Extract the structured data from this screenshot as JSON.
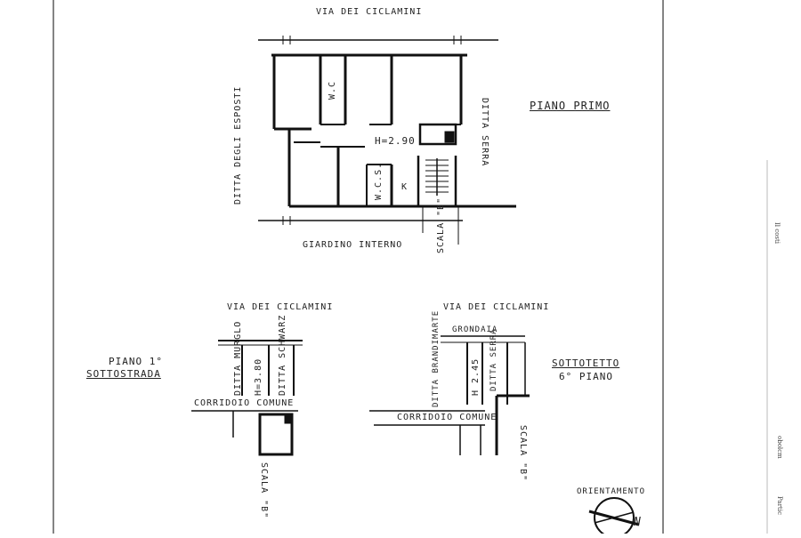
{
  "first_floor": {
    "street_top": "VIA DEI CICLAMINI",
    "neighbor_left": "DITTA DEGLI ESPOSTI",
    "neighbor_right": "DITTA SERRA",
    "title": "PIANO PRIMO",
    "height": "H=2.90",
    "wc1": "W.C",
    "wc2": "W.C.S.",
    "kitchen": "K",
    "stair": "SCALA \"B\"",
    "garden": "GIARDINO INTERNO"
  },
  "basement": {
    "street": "VIA DEI CICLAMINI",
    "title_line1": "PIANO 1°",
    "title_line2": "SOTTOSTRADA",
    "neighbor_left": "DITTA MURGLO",
    "height": "H=3.80",
    "neighbor_right": "DITTA SCHWARZ",
    "corridor": "CORRIDOIO COMUNE",
    "stair": "SCALA \"B\""
  },
  "attic": {
    "street": "VIA DEI CICLAMINI",
    "gutter": "GRONDAIA",
    "neighbor_left": "DITTA BRANDIMARTE",
    "height": "H 2.45",
    "neighbor_right": "DITTA SERRA",
    "title_line1": "SOTTOTETTO",
    "title_line2": "6° PIANO",
    "corridor": "CORRIDOIO COMUNE",
    "stair": "SCALA \"B\""
  },
  "orientation": {
    "label": "ORIENTAMENTO",
    "north": "N"
  },
  "margin_notes": {
    "note1": "Il costi",
    "note2": "obolcm",
    "note3": "Partic"
  }
}
